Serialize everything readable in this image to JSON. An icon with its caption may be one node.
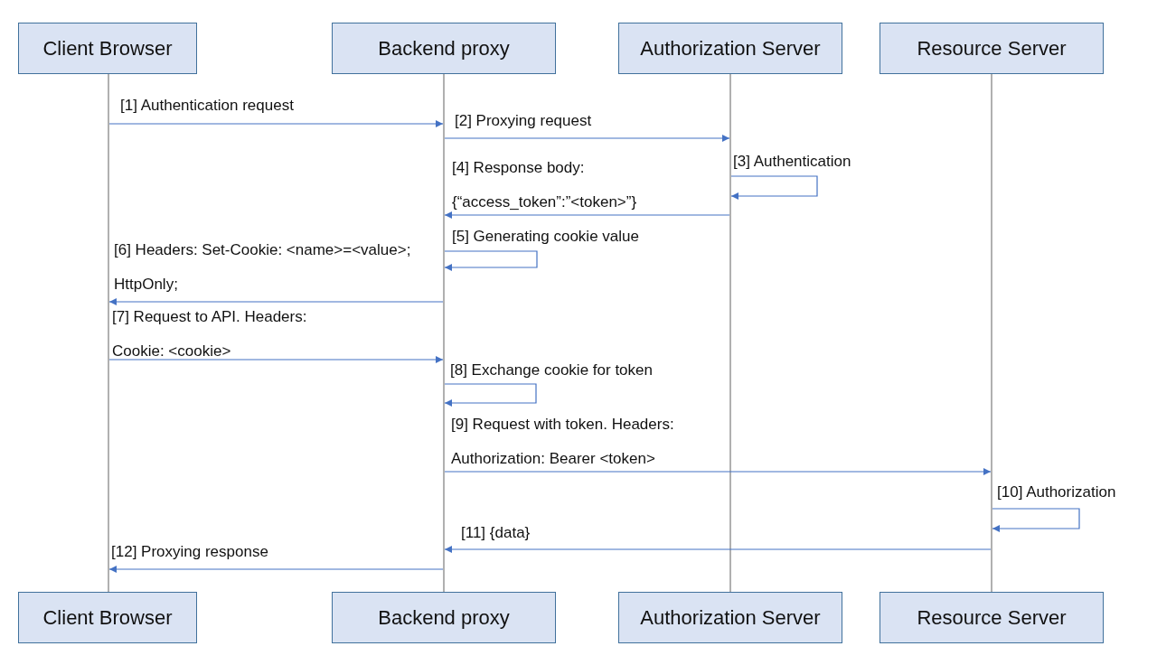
{
  "diagram": {
    "nodes": [
      {
        "text": [
          "Client Browser"
        ]
      },
      {
        "text": [
          "Backend proxy"
        ]
      },
      {
        "text": [
          "Authorization Server"
        ]
      },
      {
        "text": [
          "Resource Server"
        ]
      },
      {
        "text": [
          "Client Browser"
        ]
      },
      {
        "text": [
          "Backend proxy"
        ]
      },
      {
        "text": [
          "Authorization Server"
        ]
      },
      {
        "text": [
          "Resource Server"
        ]
      },
      {
        "text": [],
        "shape": "bar"
      },
      {
        "text": [],
        "shape": "bar"
      },
      {
        "text": [],
        "shape": "bar"
      },
      {
        "text": [],
        "shape": "bar"
      }
    ],
    "edges": [
      {
        "from": 8,
        "to": 9,
        "arrow": "to",
        "label": "[1] Authentication request"
      },
      {
        "from": 9,
        "to": 10,
        "arrow": "to",
        "label": "[2] Proxying request"
      },
      {
        "from": 10,
        "to": 10,
        "arrow": "to",
        "label": "[3] Authentication"
      },
      {
        "from": 10,
        "to": 9,
        "arrow": "to",
        "label": "[4] Response body: {“access_token”:”<token>”}"
      },
      {
        "from": 9,
        "to": 9,
        "arrow": "to",
        "label": "[5] Generating cookie value"
      },
      {
        "from": 9,
        "to": 8,
        "arrow": "to",
        "label": "[6] Headers: Set-Cookie: <name>=<value>; HttpOnly;"
      },
      {
        "from": 8,
        "to": 9,
        "arrow": "to",
        "label": "[7] Request to API. Headers: Cookie: <cookie>"
      },
      {
        "from": 9,
        "to": 9,
        "arrow": "to",
        "label": "[8] Exchange cookie for token"
      },
      {
        "from": 9,
        "to": 11,
        "arrow": "to",
        "label": "[9] Request with token. Headers: Authorization: Bearer <token>"
      },
      {
        "from": 11,
        "to": 11,
        "arrow": "to",
        "label": "[10] Authorization"
      },
      {
        "from": 11,
        "to": 9,
        "arrow": "to",
        "label": "[11] {data}"
      },
      {
        "from": 9,
        "to": 8,
        "arrow": "to",
        "label": "[12] Proxying response"
      }
    ]
  }
}
